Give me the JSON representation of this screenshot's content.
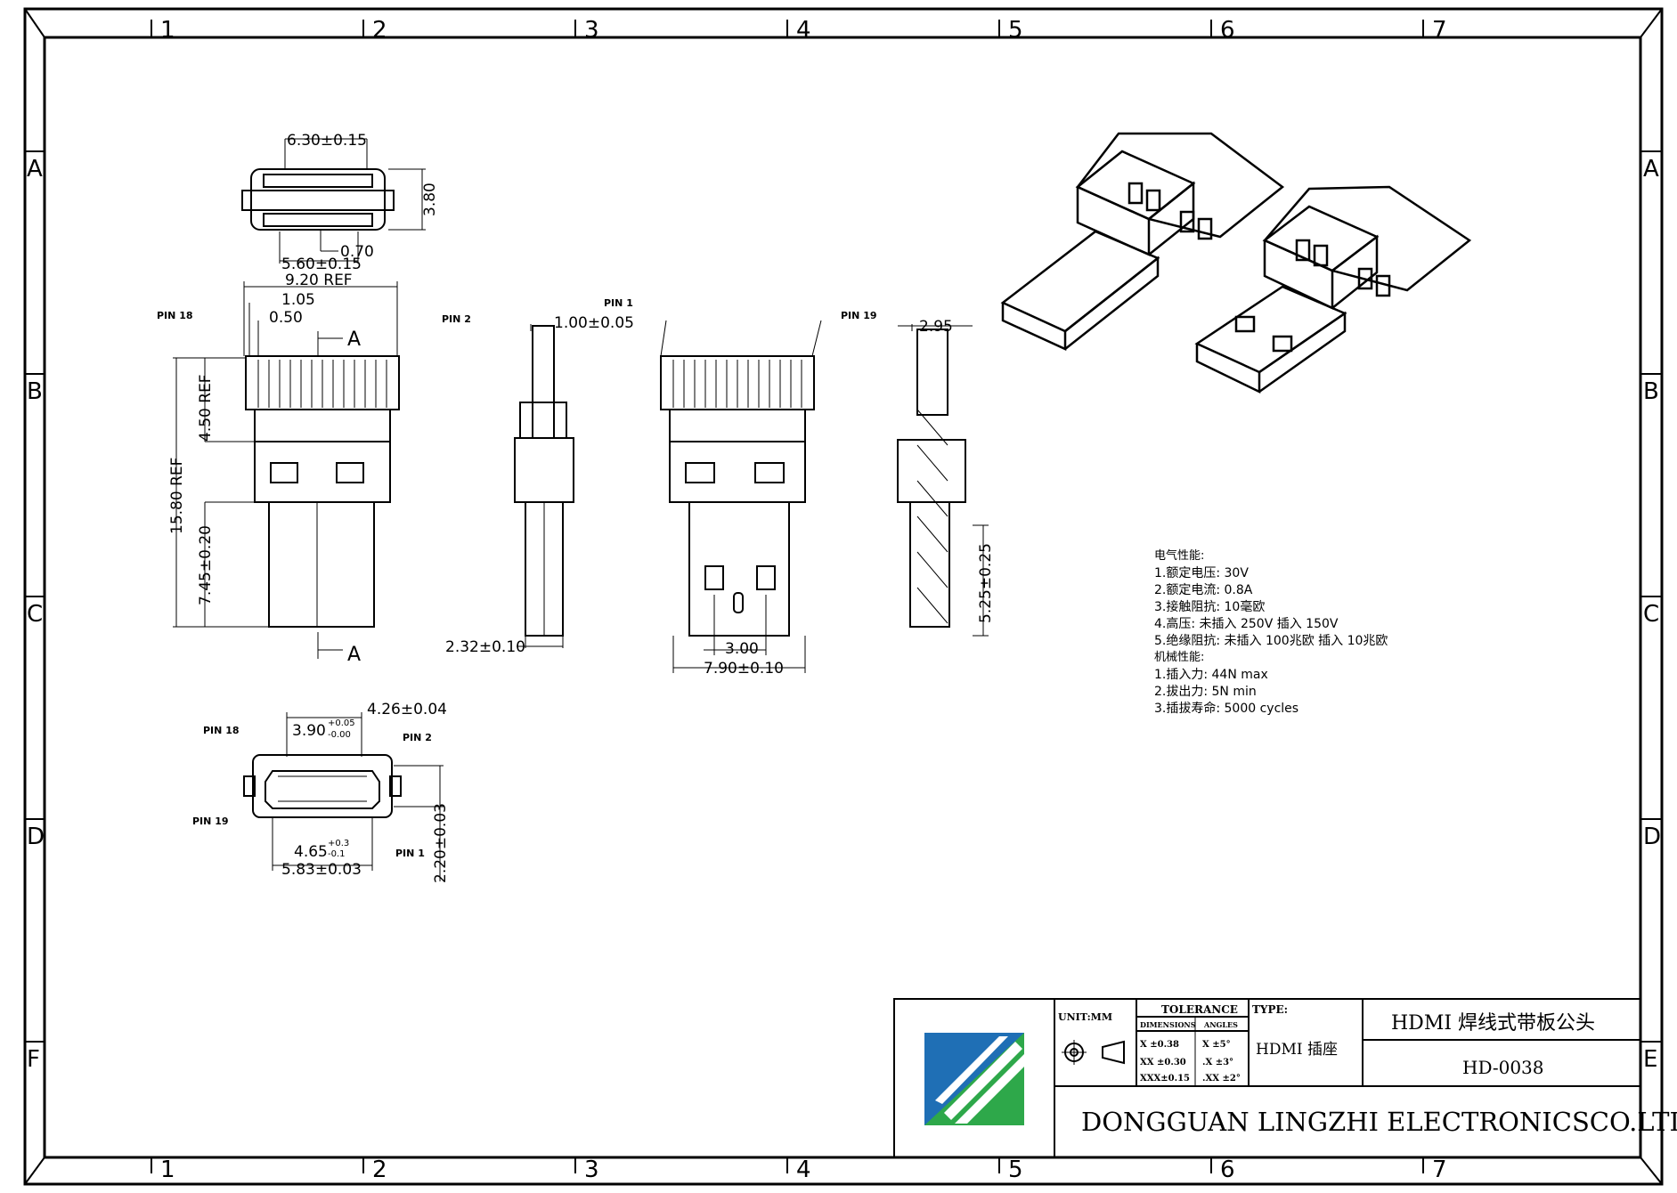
{
  "frame": {
    "zones_top": [
      "1",
      "2",
      "3",
      "4",
      "5",
      "6",
      "7"
    ],
    "zones_bottom": [
      "1",
      "2",
      "3",
      "4",
      "5",
      "6",
      "7"
    ],
    "rows": [
      "A",
      "B",
      "C",
      "D",
      "E",
      "F"
    ]
  },
  "top_view": {
    "width": "6.30±0.15",
    "height": "3.80",
    "inner_width": "5.60±0.15",
    "pitch": "0.70"
  },
  "front_view": {
    "ref_width": "9.20 REF",
    "pitch": "1.05",
    "pad": "0.50",
    "pin_left": "PIN 18",
    "pin_right": "PIN 2",
    "section_top": "A",
    "section_bottom": "A",
    "height_ref_1": "4.50 REF",
    "height_ref_2": "15.80 REF",
    "plug_length": "7.45±0.20"
  },
  "side_view": {
    "pin_width": "1.00±0.05",
    "bottom_width": "2.32±0.10"
  },
  "back_view": {
    "pin_left": "PIN 1",
    "pin_right": "PIN 19",
    "inner": "3.00",
    "outer": "7.90±0.10"
  },
  "right_view": {
    "top": "2.95",
    "plug": "5.25±0.25"
  },
  "end_view": {
    "width": "4.26±0.04",
    "inner": "3.90",
    "tol_plus": "+0.05",
    "tol_minus": "-0.00",
    "pin18": "PIN 18",
    "pin2": "PIN 2",
    "pin19": "PIN 19",
    "pin1": "PIN 1",
    "contact": "4.65",
    "contact_tol_plus": "+0.3",
    "contact_tol_minus": "-0.1",
    "total": "5.83±0.03",
    "height": "2.20±0.03"
  },
  "specs": {
    "electrical_header": "电气性能:",
    "electrical": [
      "1.额定电压: 30V",
      "2.额定电流: 0.8A",
      "3.接触阻抗: 10毫欧",
      "4.高压: 未插入 250V   插入 150V",
      "5.绝缘阻抗: 未插入 100兆欧  插入 10兆欧"
    ],
    "mechanical_header": "机械性能:",
    "mechanical": [
      "1.插入力: 44N max",
      "2.拔出力: 5N min",
      "3.插拔寿命: 5000 cycles"
    ]
  },
  "title_block": {
    "unit": "UNIT:MM",
    "tolerance": "TOLERANCE",
    "dimensions": "DIMENSIONS",
    "angles": "ANGLES",
    "dim_rows": [
      "X ±0.38",
      "XX ±0.30",
      "XXX±0.15"
    ],
    "ang_rows": [
      "X ±5°",
      ".X ±3°",
      ".XX ±2°"
    ],
    "type_label": "TYPE:",
    "type_value": "HDMI 插座",
    "title": "HDMI 焊线式带板公头",
    "part_no": "HD-0038",
    "company": "DONGGUAN LINGZHI ELECTRONICSCO.LTD",
    "logo_colors": [
      "#1f6fb5",
      "#2ea84a",
      "#0d8a7a"
    ]
  }
}
